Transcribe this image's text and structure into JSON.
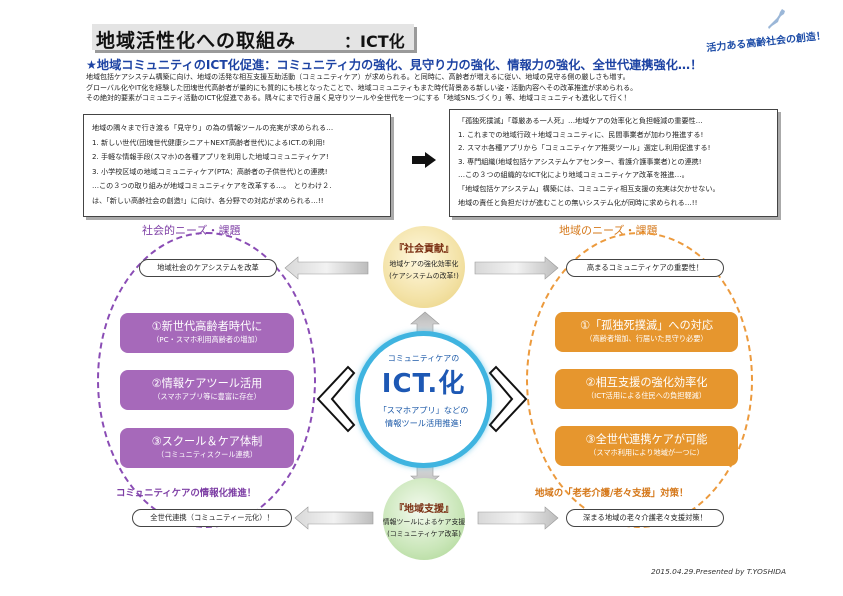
{
  "title": {
    "main": "地域活性化への取組み",
    "sub": "：ICT化"
  },
  "slogan": "活力ある高齢社会の創造！",
  "headline": "★地域コミュニティのICT化促進：コミュニティ力の強化、見守り力の強化、情報力の強化、全世代連携強化…！",
  "intro": [
    "地域包括ケアシステム構築に向け、地域の活発な相互支援互助活動（コミュニティケア）が求められる。と同時に、高齢者が増えるに従い、地域の見守る側の厳しさも増す。",
    "グローバル化やIT化を経験した団塊世代高齢者が量的にも質的にも核となったことで、地域コミュニティもまた時代背景ある新しい姿・活動内容へその改革推進が求められる。",
    "その絶対的要素がコミュニティ活動のICT化促進である。隅々にまで行き届く見守りツールや全世代を一つにする「地域SNS.づくり」等、地域コミュニティも進化して行く！"
  ],
  "box_left": [
    "地域の隅々まで行き渡る「見守り」の為の情報ツールの充実が求められる…",
    "1. 新しい世代(団塊世代健康シニア＋NEXT高齢者世代)によるICT.の利用!",
    "2. 手軽な情報手段(スマホ)の各種アプリを利用した地域コミュニティケア!",
    "3. 小学校区域の地域コミュニティケア(PTA：高齢者の子供世代)との連携!",
    "…この３つの取り組みが地域コミュニティケアを改革する…。　とりわけ２.",
    "は、「新しい高齢社会の創造!」に向け、各分野での対応が求められる…!!"
  ],
  "box_right": [
    "「孤独死撲滅」「尊厳ある一人死」…地域ケアの効率化と負担軽減の重要性…",
    "1. これまでの地域行政＋地域コミュニティに、民間事業者が加わり推進する!",
    "2. スマホ各種アプリから「コミュニティケア推奨ツール」選定し利用促進する!",
    "3. 専門組織(地域包括ケアシステムケアセンター、看護介護事業者)との連携!",
    "…この３つの組織的なICT化により地域コミュニティケア改革を推進…。",
    "「地域包括ケアシステム」構築には、コミュニティ相互支援の充実は欠かせない。",
    "地域の責任と負担だけが進むことの無いシステム化が同時に求められる…!!"
  ],
  "left_heading": "社会的ニーズ・課題",
  "right_heading": "地域のニーズ・課題",
  "pills": {
    "top_left": "地域社会のケアシステムを改革",
    "top_right": "高まるコミュニティケアの重要性！",
    "bottom_left": "全世代連携（コミュニティー元化）！",
    "bottom_right": "深まる地域の老々介護老々支援対策！"
  },
  "left_needs": [
    {
      "title": "①新世代高齢者時代に",
      "sub": "（PC・スマホ利用高齢者の増加）"
    },
    {
      "title": "②情報ケアツール活用",
      "sub": "（スマホアプリ等に豊富に存在）"
    },
    {
      "title": "③スクール＆ケア体制",
      "sub": "（コミュニティスクール連携）"
    }
  ],
  "right_needs": [
    {
      "title": "①「孤独死撲滅」への対応",
      "sub": "（高齢者増加、行届いた見守り必要）"
    },
    {
      "title": "②相互支援の強化効率化",
      "sub": "（ICT活用による住民への負担軽減）"
    },
    {
      "title": "③全世代連携ケアが可能",
      "sub": "（スマホ利用により地域が一つに）"
    }
  ],
  "footer_left": "コミュニティケアの情報化推進！",
  "footer_right": "地域の「老老介護/老々支援」対策！",
  "circle_top": {
    "title": "『社会貢献』",
    "line1": "地域ケアの強化効率化",
    "line2": "(ケアシステムの改革!)"
  },
  "circle_bottom": {
    "title": "『地域支援』",
    "line1": "情報ツールによるケア支援",
    "line2": "(コミュニティケア改革)"
  },
  "center": {
    "top": "コミュニティケアの",
    "main": "ICT.化",
    "sub1": "「スマホアプリ」などの",
    "sub2": "情報ツール活用推進!"
  },
  "credit": "2015.04.29.Presented by T.YOSHIDA",
  "colors": {
    "purple": "#a669ba",
    "orange": "#e6962e",
    "blue_ring": "#3fb4e0",
    "headline_blue": "#1d43a3",
    "yellow_circle": "#f3e2a6",
    "green_circle": "#c9e6b8"
  }
}
